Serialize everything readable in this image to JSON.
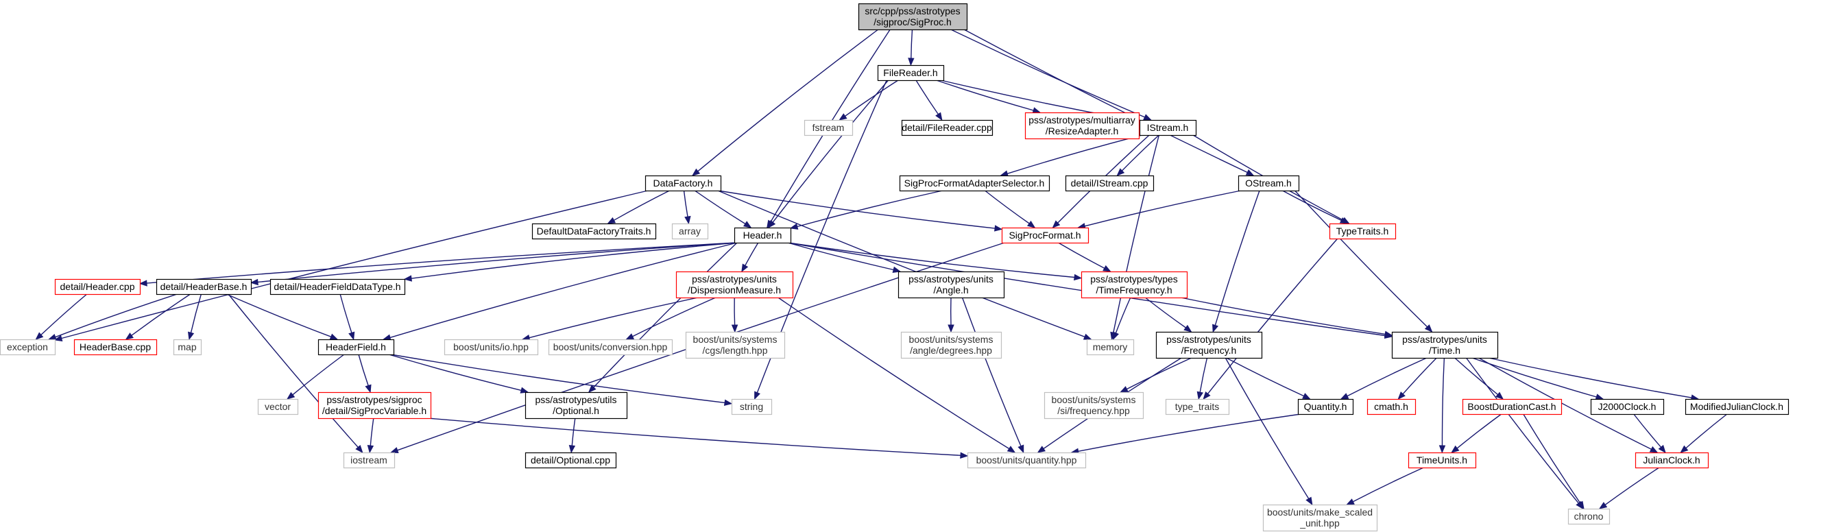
{
  "colors": {
    "edge": "#191970",
    "root_fill": "#bfbfbf",
    "local_border": "#000000",
    "truncated_border": "#ff0000",
    "system_border": "#bfbfbf",
    "node_fill": "#ffffff"
  },
  "nodes": [
    {
      "id": "root",
      "lines": [
        "src/cpp/pss/astrotypes",
        "/sigproc/SigProc.h"
      ],
      "kind": "root"
    },
    {
      "id": "filereader",
      "lines": [
        "FileReader.h"
      ],
      "kind": "local"
    },
    {
      "id": "istream",
      "lines": [
        "IStream.h"
      ],
      "kind": "local"
    },
    {
      "id": "ostream",
      "lines": [
        "OStream.h"
      ],
      "kind": "local"
    },
    {
      "id": "datafactory",
      "lines": [
        "DataFactory.h"
      ],
      "kind": "local"
    },
    {
      "id": "header",
      "lines": [
        "Header.h"
      ],
      "kind": "local"
    },
    {
      "id": "fstream",
      "lines": [
        "fstream"
      ],
      "kind": "system"
    },
    {
      "id": "filereader_cpp",
      "lines": [
        "detail/FileReader.cpp"
      ],
      "kind": "local"
    },
    {
      "id": "resizeadapter",
      "lines": [
        "pss/astrotypes/multiarray",
        "/ResizeAdapter.h"
      ],
      "kind": "truncated"
    },
    {
      "id": "sigprocformatadapter",
      "lines": [
        "SigProcFormatAdapterSelector.h"
      ],
      "kind": "local"
    },
    {
      "id": "istream_cpp",
      "lines": [
        "detail/IStream.cpp"
      ],
      "kind": "local"
    },
    {
      "id": "defaultdatafactory",
      "lines": [
        "DefaultDataFactoryTraits.h"
      ],
      "kind": "local"
    },
    {
      "id": "array",
      "lines": [
        "array"
      ],
      "kind": "system"
    },
    {
      "id": "sigprocformat",
      "lines": [
        "SigProcFormat.h"
      ],
      "kind": "truncated"
    },
    {
      "id": "typetraits",
      "lines": [
        "TypeTraits.h"
      ],
      "kind": "truncated"
    },
    {
      "id": "header_cpp",
      "lines": [
        "detail/Header.cpp"
      ],
      "kind": "truncated"
    },
    {
      "id": "headerbase",
      "lines": [
        "detail/HeaderBase.h"
      ],
      "kind": "local"
    },
    {
      "id": "headerfielddatatype",
      "lines": [
        "detail/HeaderFieldDataType.h"
      ],
      "kind": "local"
    },
    {
      "id": "dispersion",
      "lines": [
        "pss/astrotypes/units",
        "/DispersionMeasure.h"
      ],
      "kind": "truncated"
    },
    {
      "id": "angle",
      "lines": [
        "pss/astrotypes/units",
        "/Angle.h"
      ],
      "kind": "local"
    },
    {
      "id": "timefrequency",
      "lines": [
        "pss/astrotypes/types",
        "/TimeFrequency.h"
      ],
      "kind": "truncated"
    },
    {
      "id": "exception",
      "lines": [
        "exception"
      ],
      "kind": "system"
    },
    {
      "id": "headerbase_cpp",
      "lines": [
        "HeaderBase.cpp"
      ],
      "kind": "truncated"
    },
    {
      "id": "map",
      "lines": [
        "map"
      ],
      "kind": "system"
    },
    {
      "id": "headerfield",
      "lines": [
        "HeaderField.h"
      ],
      "kind": "local"
    },
    {
      "id": "io_hpp",
      "lines": [
        "boost/units/io.hpp"
      ],
      "kind": "system"
    },
    {
      "id": "conversion_hpp",
      "lines": [
        "boost/units/conversion.hpp"
      ],
      "kind": "system"
    },
    {
      "id": "cgs_length",
      "lines": [
        "boost/units/systems",
        "/cgs/length.hpp"
      ],
      "kind": "system"
    },
    {
      "id": "angle_degrees",
      "lines": [
        "boost/units/systems",
        "/angle/degrees.hpp"
      ],
      "kind": "system"
    },
    {
      "id": "memory",
      "lines": [
        "memory"
      ],
      "kind": "system"
    },
    {
      "id": "frequency",
      "lines": [
        "pss/astrotypes/units",
        "/Frequency.h"
      ],
      "kind": "local"
    },
    {
      "id": "time",
      "lines": [
        "pss/astrotypes/units",
        "/Time.h"
      ],
      "kind": "local"
    },
    {
      "id": "vector",
      "lines": [
        "vector"
      ],
      "kind": "system"
    },
    {
      "id": "sigprocvariable",
      "lines": [
        "pss/astrotypes/sigproc",
        "/detail/SigProcVariable.h"
      ],
      "kind": "truncated"
    },
    {
      "id": "optional",
      "lines": [
        "pss/astrotypes/utils",
        "/Optional.h"
      ],
      "kind": "local"
    },
    {
      "id": "string",
      "lines": [
        "string"
      ],
      "kind": "system"
    },
    {
      "id": "si_frequency",
      "lines": [
        "boost/units/systems",
        "/si/frequency.hpp"
      ],
      "kind": "system"
    },
    {
      "id": "type_traits",
      "lines": [
        "type_traits"
      ],
      "kind": "system"
    },
    {
      "id": "quantity_h",
      "lines": [
        "Quantity.h"
      ],
      "kind": "local"
    },
    {
      "id": "cmath",
      "lines": [
        "cmath.h"
      ],
      "kind": "truncated"
    },
    {
      "id": "boostduration",
      "lines": [
        "BoostDurationCast.h"
      ],
      "kind": "truncated"
    },
    {
      "id": "j2000",
      "lines": [
        "J2000Clock.h"
      ],
      "kind": "local"
    },
    {
      "id": "mjd",
      "lines": [
        "ModifiedJulianClock.h"
      ],
      "kind": "local"
    },
    {
      "id": "iostream",
      "lines": [
        "iostream"
      ],
      "kind": "system"
    },
    {
      "id": "optional_cpp",
      "lines": [
        "detail/Optional.cpp"
      ],
      "kind": "local"
    },
    {
      "id": "quantity_hpp",
      "lines": [
        "boost/units/quantity.hpp"
      ],
      "kind": "system"
    },
    {
      "id": "timeunits",
      "lines": [
        "TimeUnits.h"
      ],
      "kind": "truncated"
    },
    {
      "id": "julianclock",
      "lines": [
        "JulianClock.h"
      ],
      "kind": "truncated"
    },
    {
      "id": "make_scaled",
      "lines": [
        "boost/units/make_scaled",
        "_unit.hpp"
      ],
      "kind": "system"
    },
    {
      "id": "chrono",
      "lines": [
        "chrono"
      ],
      "kind": "system"
    }
  ],
  "edges": [
    [
      "root",
      "filereader"
    ],
    [
      "root",
      "istream"
    ],
    [
      "root",
      "ostream"
    ],
    [
      "root",
      "datafactory"
    ],
    [
      "root",
      "header"
    ],
    [
      "filereader",
      "fstream"
    ],
    [
      "filereader",
      "filereader_cpp"
    ],
    [
      "filereader",
      "resizeadapter"
    ],
    [
      "filereader",
      "istream"
    ],
    [
      "filereader",
      "header"
    ],
    [
      "filereader",
      "string"
    ],
    [
      "istream",
      "sigprocformatadapter"
    ],
    [
      "istream",
      "istream_cpp"
    ],
    [
      "istream",
      "sigprocformat"
    ],
    [
      "istream",
      "typetraits"
    ],
    [
      "istream",
      "memory"
    ],
    [
      "ostream",
      "sigprocformat"
    ],
    [
      "ostream",
      "typetraits"
    ],
    [
      "ostream",
      "frequency"
    ],
    [
      "ostream",
      "time"
    ],
    [
      "datafactory",
      "defaultdatafactory"
    ],
    [
      "datafactory",
      "array"
    ],
    [
      "datafactory",
      "header"
    ],
    [
      "datafactory",
      "sigprocformat"
    ],
    [
      "datafactory",
      "exception"
    ],
    [
      "datafactory",
      "memory"
    ],
    [
      "sigprocformatadapter",
      "header"
    ],
    [
      "sigprocformatadapter",
      "sigprocformat"
    ],
    [
      "sigprocformat",
      "timefrequency"
    ],
    [
      "sigprocformat",
      "iostream"
    ],
    [
      "typetraits",
      "type_traits"
    ],
    [
      "header",
      "header_cpp"
    ],
    [
      "header",
      "headerbase"
    ],
    [
      "header",
      "headerfielddatatype"
    ],
    [
      "header",
      "headerfield"
    ],
    [
      "header",
      "dispersion"
    ],
    [
      "header",
      "angle"
    ],
    [
      "header",
      "timefrequency"
    ],
    [
      "header",
      "time"
    ],
    [
      "header",
      "optional"
    ],
    [
      "header_cpp",
      "exception"
    ],
    [
      "headerbase",
      "exception"
    ],
    [
      "headerbase",
      "headerbase_cpp"
    ],
    [
      "headerbase",
      "map"
    ],
    [
      "headerbase",
      "headerfield"
    ],
    [
      "headerbase",
      "iostream"
    ],
    [
      "headerfielddatatype",
      "headerfield"
    ],
    [
      "dispersion",
      "io_hpp"
    ],
    [
      "dispersion",
      "conversion_hpp"
    ],
    [
      "dispersion",
      "cgs_length"
    ],
    [
      "dispersion",
      "quantity_hpp"
    ],
    [
      "angle",
      "angle_degrees"
    ],
    [
      "angle",
      "quantity_hpp"
    ],
    [
      "timefrequency",
      "memory"
    ],
    [
      "timefrequency",
      "frequency"
    ],
    [
      "timefrequency",
      "time"
    ],
    [
      "headerfield",
      "vector"
    ],
    [
      "headerfield",
      "sigprocvariable"
    ],
    [
      "headerfield",
      "optional"
    ],
    [
      "headerfield",
      "string"
    ],
    [
      "sigprocvariable",
      "iostream"
    ],
    [
      "sigprocvariable",
      "quantity_hpp"
    ],
    [
      "optional",
      "optional_cpp"
    ],
    [
      "frequency",
      "si_frequency"
    ],
    [
      "frequency",
      "type_traits"
    ],
    [
      "frequency",
      "quantity_h"
    ],
    [
      "frequency",
      "quantity_hpp"
    ],
    [
      "frequency",
      "make_scaled"
    ],
    [
      "time",
      "quantity_h"
    ],
    [
      "time",
      "cmath"
    ],
    [
      "time",
      "boostduration"
    ],
    [
      "time",
      "j2000"
    ],
    [
      "time",
      "mjd"
    ],
    [
      "time",
      "timeunits"
    ],
    [
      "time",
      "julianclock"
    ],
    [
      "time",
      "chrono"
    ],
    [
      "quantity_h",
      "quantity_hpp"
    ],
    [
      "boostduration",
      "timeunits"
    ],
    [
      "boostduration",
      "chrono"
    ],
    [
      "j2000",
      "julianclock"
    ],
    [
      "mjd",
      "julianclock"
    ],
    [
      "timeunits",
      "make_scaled"
    ],
    [
      "julianclock",
      "chrono"
    ]
  ]
}
